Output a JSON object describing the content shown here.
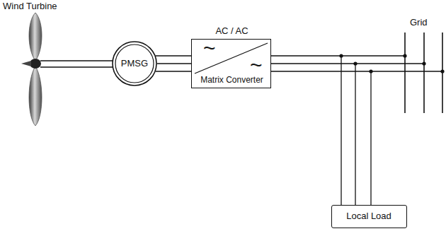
{
  "diagram": {
    "nodes": [
      {
        "text": [
          "PMSG"
        ]
      },
      {
        "text": [
          "AC / AC",
          "~",
          "~",
          "Matrix Converter"
        ]
      },
      {
        "text": [
          "Local Load"
        ]
      }
    ],
    "edges": [
      {
        "from": 0,
        "to": 1,
        "arrow": "none"
      },
      {
        "from": 1,
        "to": 2,
        "arrow": "none"
      }
    ],
    "labels": [
      "Wind Turbine",
      "Grid"
    ]
  }
}
